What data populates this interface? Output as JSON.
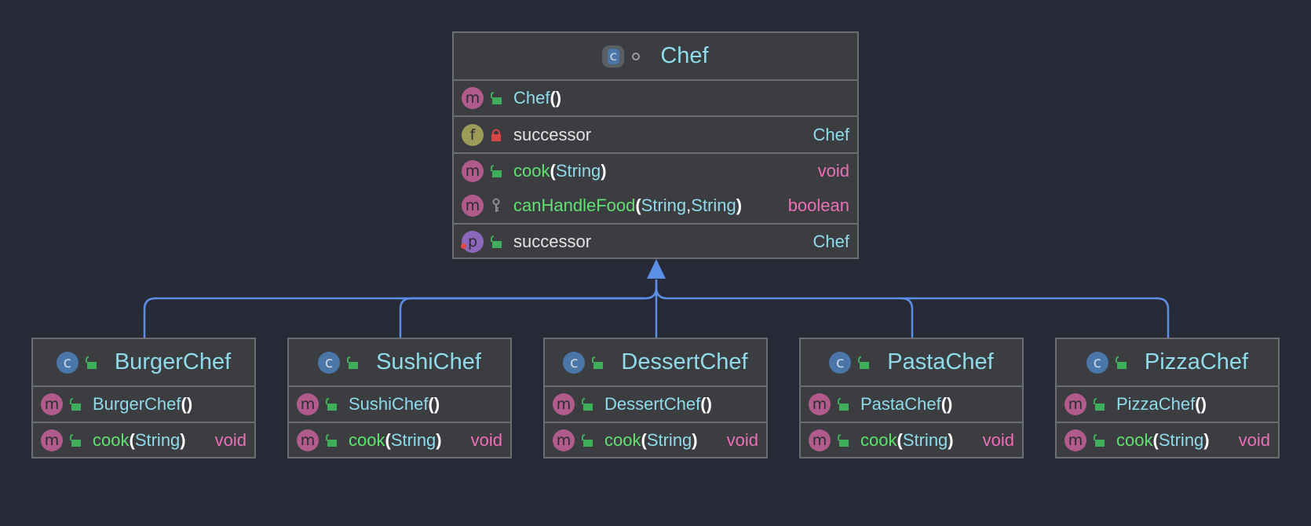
{
  "colors": {
    "background": "#272a36",
    "box": "#3b3d41",
    "border": "#6a6d71",
    "arrow": "#5b8ee6",
    "class_name": "#8fdbea",
    "method_name": "#5fe36f",
    "primitive_type": "#ee6eb7"
  },
  "icons": [
    "class-icon",
    "method-icon",
    "field-icon",
    "property-icon",
    "public-unlocked-icon",
    "private-lock-icon",
    "protected-key-icon",
    "abstract-circle-icon"
  ],
  "chef": {
    "title": "Chef",
    "constructor": "Chef",
    "field": {
      "name": "successor",
      "type": "Chef"
    },
    "methods": [
      {
        "name": "cook",
        "params": [
          "String"
        ],
        "returns": "void"
      },
      {
        "name": "canHandleFood",
        "params": [
          "String",
          "String"
        ],
        "returns": "boolean"
      }
    ],
    "property": {
      "name": "successor",
      "type": "Chef"
    }
  },
  "subclasses": [
    {
      "title": "BurgerChef",
      "constructor": "BurgerChef",
      "method": "cook",
      "param": "String",
      "returns": "void"
    },
    {
      "title": "SushiChef",
      "constructor": "SushiChef",
      "method": "cook",
      "param": "String",
      "returns": "void"
    },
    {
      "title": "DessertChef",
      "constructor": "DessertChef",
      "method": "cook",
      "param": "String",
      "returns": "void"
    },
    {
      "title": "PastaChef",
      "constructor": "PastaChef",
      "method": "cook",
      "param": "String",
      "returns": "void"
    },
    {
      "title": "PizzaChef",
      "constructor": "PizzaChef",
      "method": "cook",
      "param": "String",
      "returns": "void"
    }
  ],
  "punct": {
    "open": "(",
    "close": ")",
    "empty": "()",
    "comma": ", "
  }
}
